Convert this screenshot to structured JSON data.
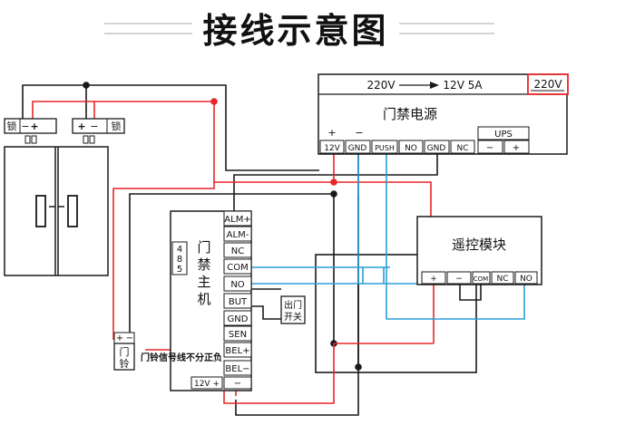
{
  "title": "接线示意图",
  "power": {
    "input": "220V",
    "output": "12V 5A",
    "name": "门禁电源",
    "tag": "220V",
    "terminals": [
      "12V",
      "GND",
      "PUSH",
      "NO",
      "GND",
      "NC"
    ],
    "sign_plus": "+",
    "sign_minus": "−",
    "ups_label": "UPS",
    "ups_minus": "−",
    "ups_plus": "+"
  },
  "locks": {
    "left_label": "锁",
    "right_label": "锁",
    "minus": "−",
    "plus": "+"
  },
  "controller": {
    "name": [
      "门",
      "禁",
      "主",
      "机"
    ],
    "rs485": [
      "4",
      "8",
      "5"
    ],
    "terminals": [
      "ALM+",
      "ALM-",
      "NC",
      "COM",
      "NO",
      "BUT",
      "GND",
      "SEN",
      "BEL+",
      "BEL−"
    ],
    "power_plus": "12V +",
    "power_minus": "−"
  },
  "exit_switch": [
    "出门",
    "开关"
  ],
  "doorbell": {
    "label": [
      "门",
      "铃"
    ],
    "plus": "+",
    "minus": "−",
    "note": "门铃信号线不分正负"
  },
  "remote": {
    "name": "遥控模块",
    "terminals": [
      "+",
      "−",
      "COM",
      "NC",
      "NO"
    ]
  },
  "colors": {
    "black_wire": "#1a1a1a",
    "red_wire": "#e8262a",
    "blue_wire": "#2a9fd8",
    "accent_red": "#e8262a"
  }
}
